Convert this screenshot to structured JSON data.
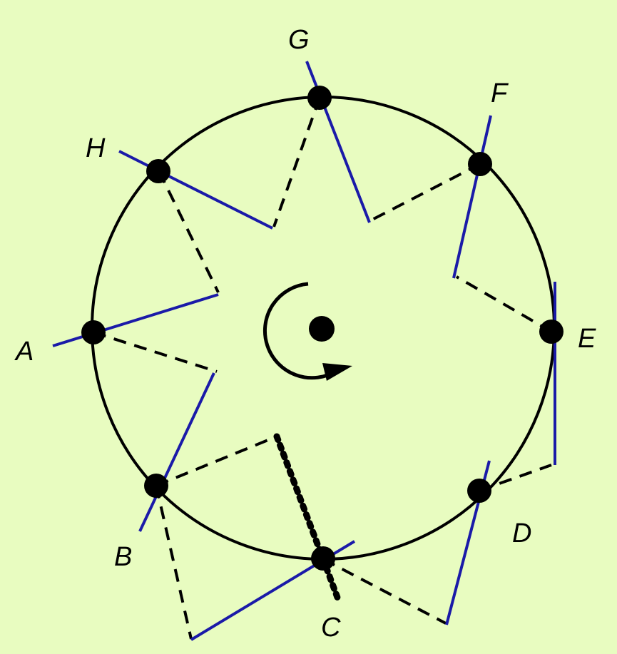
{
  "diagram": {
    "background": "#e8fcc0",
    "colors": {
      "circle": "#000000",
      "points": "#000000",
      "blue_segments": "#1a1aa8",
      "dashed": "#000000"
    },
    "labels": {
      "A": "A",
      "B": "B",
      "C": "C",
      "D": "D",
      "E": "E",
      "F": "F",
      "G": "G",
      "H": "H"
    },
    "rotation_arrow": "counter-clockwise-rotation-arrow"
  }
}
